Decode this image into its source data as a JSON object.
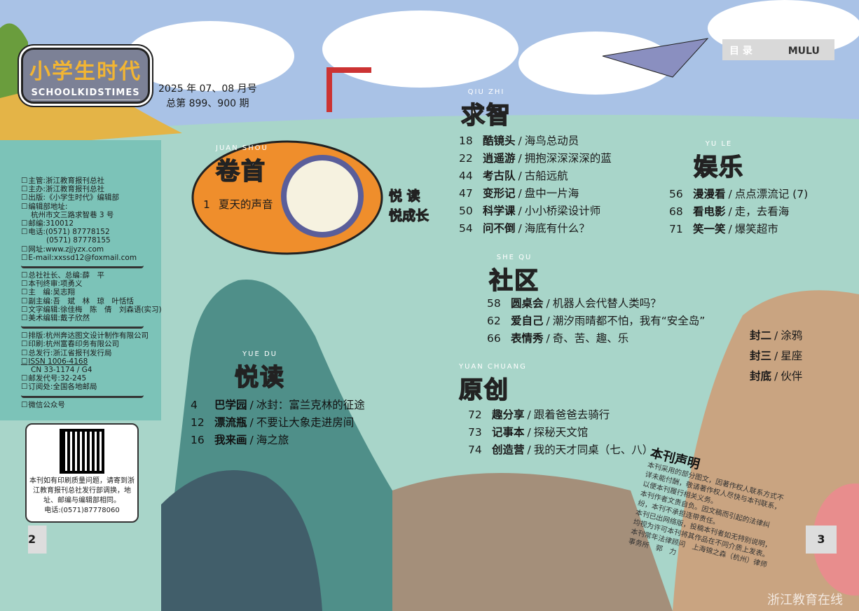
{
  "masthead": {
    "title_cn": "小学生时代",
    "title_en": "SCHOOLKIDSTIMES",
    "issue_line1": "2025 年   07、08 月号",
    "issue_line2": "总第 899、900 期"
  },
  "header": {
    "label": "目 录",
    "pinyin": "MULU"
  },
  "info": [
    "主管:浙江教育报刊总社",
    "主办:浙江教育报刊总社",
    "出版:《小学生时代》编辑部",
    "编辑部地址:",
    "杭州市文三路求智巷 3 号",
    "邮编:310012",
    "电话:(0571) 87778152",
    "(0571) 87778155",
    "网址:www.zjjyzx.com",
    "E-mail:xxssd12@foxmail.com"
  ],
  "staff": [
    "总社社长、总编:薛　平",
    "本刊终审:项勇义",
    "主　编:吴志翔",
    "副主编:吾　斌　林　琼　叶恬恬",
    "文字编辑:徐佳梅　陈　倩　刘森语(实习)",
    "美术编辑:戴子欣然"
  ],
  "publish": [
    "排版:杭州奔达图文设计制作有限公司",
    "印刷:杭州富春印务有限公司",
    "总发行:浙江省报刊发行局",
    "ISSN 1006-4168",
    "CN 33-1174 / G4",
    "邮发代号:32-245",
    "订阅处:全国各地邮局"
  ],
  "wechat": "微信公众号",
  "qr_note": "本刊如有印刷质量问题，请寄到浙江教育报刊总社发行部调换，地址、邮编与编辑部相同。",
  "qr_phone": "电话:(0571)87778060",
  "slogan": [
    "悦 读",
    "悦成长"
  ],
  "sections": {
    "juanshou": {
      "title": "卷首",
      "pinyin": "JUAN SHOU",
      "items": [
        {
          "n": "1",
          "c": "",
          "t": "夏天的声音"
        }
      ]
    },
    "qiuzhi": {
      "title": "求智",
      "pinyin": "QIU ZHI",
      "items": [
        {
          "n": "18",
          "c": "酷镜头",
          "t": "海鸟总动员"
        },
        {
          "n": "22",
          "c": "逍遥游",
          "t": "拥抱深深深深的蓝"
        },
        {
          "n": "44",
          "c": "考古队",
          "t": "古船远航"
        },
        {
          "n": "47",
          "c": "变形记",
          "t": "盘中一片海"
        },
        {
          "n": "50",
          "c": "科学课",
          "t": "小小桥梁设计师"
        },
        {
          "n": "54",
          "c": "问不倒",
          "t": "海底有什么？"
        }
      ]
    },
    "yule": {
      "title": "娱乐",
      "pinyin": "YU LE",
      "items": [
        {
          "n": "56",
          "c": "漫漫看",
          "t": "点点漂流记 (7)"
        },
        {
          "n": "68",
          "c": "看电影",
          "t": "走，去看海"
        },
        {
          "n": "71",
          "c": "笑一笑",
          "t": "爆笑超市"
        }
      ]
    },
    "shequ": {
      "title": "社区",
      "pinyin": "SHE QU",
      "items": [
        {
          "n": "58",
          "c": "圆桌会",
          "t": "机器人会代替人类吗？"
        },
        {
          "n": "62",
          "c": "爱自己",
          "t": "潮汐雨晴都不怕，我有“安全岛”"
        },
        {
          "n": "66",
          "c": "表情秀",
          "t": "奇、苦、趣、乐"
        }
      ]
    },
    "yuedu": {
      "title": "悦读",
      "pinyin": "YUE DU",
      "items": [
        {
          "n": "4",
          "c": "巴学园",
          "t": "冰封：富兰克林的征途"
        },
        {
          "n": "12",
          "c": "漂流瓶",
          "t": "不要让大象走进房间"
        },
        {
          "n": "16",
          "c": "我来画",
          "t": "海之旅"
        }
      ]
    },
    "yuanchuang": {
      "title": "原创",
      "pinyin": "YUAN CHUANG",
      "items": [
        {
          "n": "72",
          "c": "趣分享",
          "t": "跟着爸爸去骑行"
        },
        {
          "n": "73",
          "c": "记事本",
          "t": "探秘天文馆"
        },
        {
          "n": "74",
          "c": "创造营",
          "t": "我的天才同桌（七、八）"
        }
      ]
    },
    "covers": {
      "items": [
        {
          "n": "",
          "c": "封二",
          "t": "涂鸦"
        },
        {
          "n": "",
          "c": "封三",
          "t": "星座"
        },
        {
          "n": "",
          "c": "封底",
          "t": "伙伴"
        }
      ]
    }
  },
  "notice": {
    "title": "本刊声明",
    "items": [
      "本刊采用的部分图文，因著作权人联系方式不详未能付酬，敬请著作权人尽快与本刊联系，以便本刊履行相关义务。",
      "本刊作者文责自负。因文稿而引起的法律纠纷，本刊不承担连带责任。",
      "本刊已出网络版，投稿本刊者如无特别说明，均视为许可本刊将其作品在不同介质上发表。",
      "本刊常年法律顾问　上海锦之森（杭州）律师事务所　郭　力"
    ]
  },
  "page_numbers": {
    "left": "2",
    "right": "3"
  },
  "watermark": "浙江教育在线"
}
